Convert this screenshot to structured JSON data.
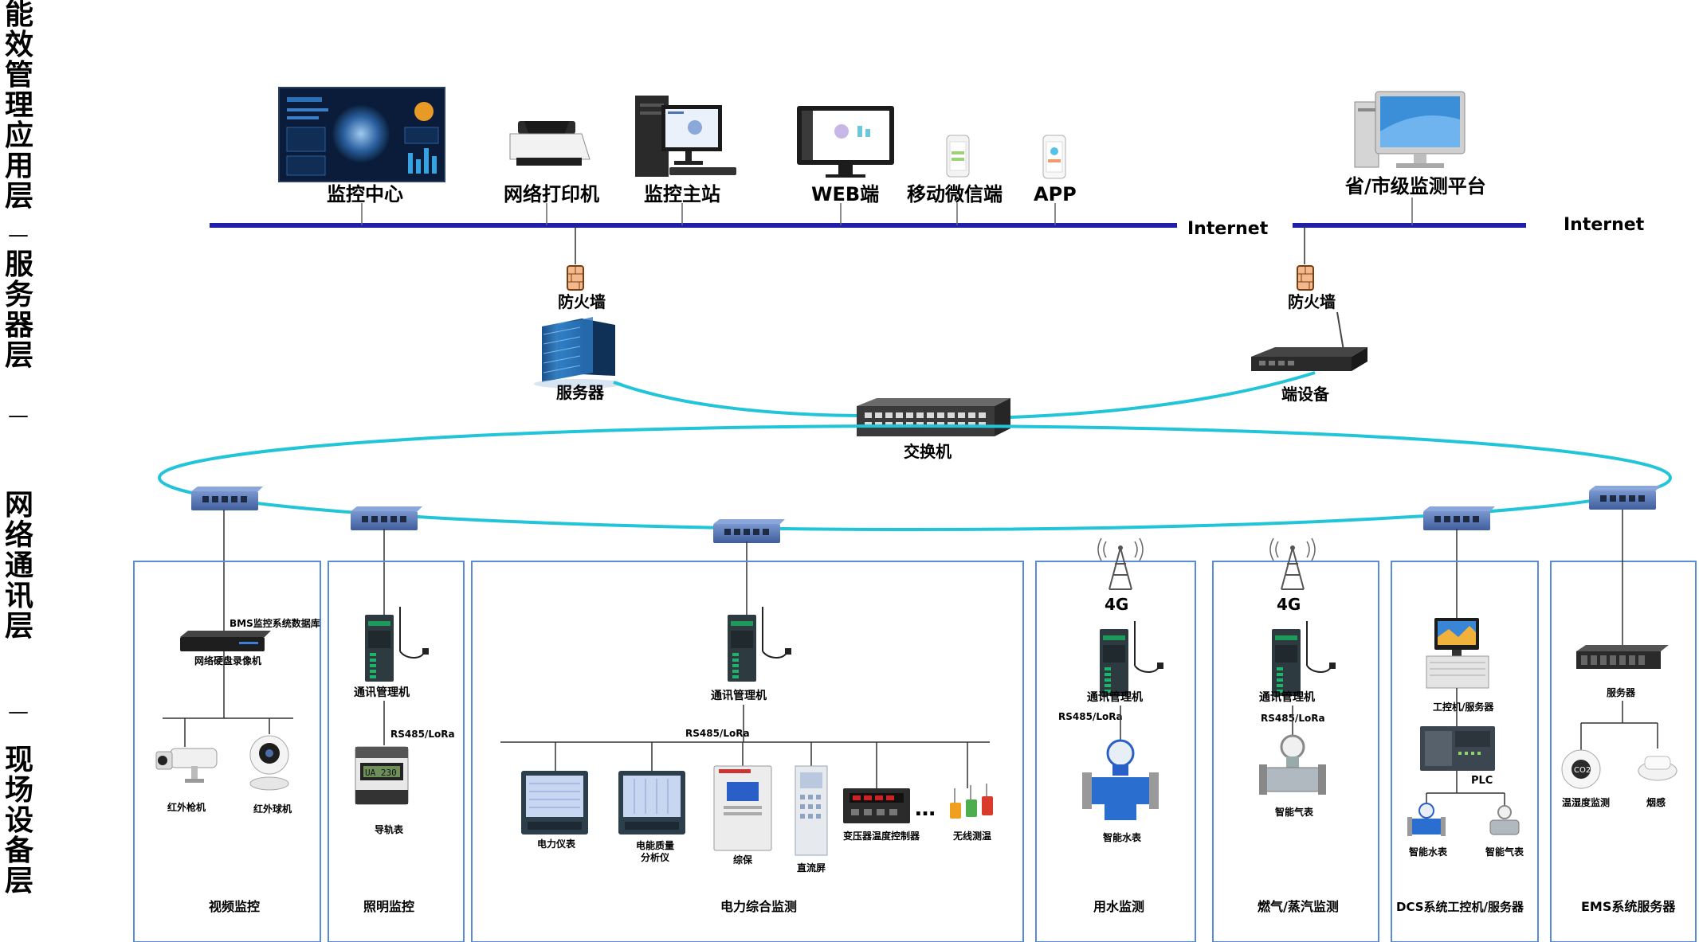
{
  "layers": {
    "app": "能效管理应用层",
    "server": "服务器层",
    "network": "网络通讯层",
    "field": "现场设备层",
    "divider": "—"
  },
  "top": {
    "monitor_center": "监控中心",
    "network_printer": "网络打印机",
    "master_station": "监控主站",
    "web": "WEB端",
    "wechat": "移动微信端",
    "app": "APP",
    "province_platform": "省/市级监测平台",
    "internet_1": "Internet",
    "internet_2": "Internet"
  },
  "middle": {
    "firewall_1": "防火墙",
    "firewall_2": "防火墙",
    "server": "服务器",
    "terminal": "端设备",
    "switch": "交换机"
  },
  "panels": {
    "video": {
      "title": "视频监控",
      "db": "BMS监控系统数据库",
      "nvr": "网络硬盘录像机",
      "bullet_cam": "红外枪机",
      "dome_cam": "红外球机"
    },
    "lighting": {
      "title": "照明监控",
      "gateway": "通讯管理机",
      "bus": "RS485/LoRa",
      "meter": "导轨表"
    },
    "power": {
      "title": "电力综合监测",
      "gateway": "通讯管理机",
      "bus": "RS485/LoRa",
      "d1": "电力仪表",
      "d2a": "电能质量",
      "d2b": "分析仪",
      "d3": "综保",
      "d4": "直流屏",
      "d5": "变压器温度控制器",
      "dots": "…",
      "d6": "无线测温"
    },
    "water": {
      "title": "用水监测",
      "net": "4G",
      "gateway": "通讯管理机",
      "bus": "RS485/LoRa",
      "meter": "智能水表"
    },
    "gas": {
      "title": "燃气/蒸汽监测",
      "net": "4G",
      "gateway": "通讯管理机",
      "bus": "RS485/LoRa",
      "meter": "智能气表"
    },
    "dcs": {
      "title": "DCS系统工控机/服务器",
      "ipc": "工控机/服务器",
      "plc": "PLC",
      "water": "智能水表",
      "gas": "智能气表"
    },
    "ems": {
      "title": "EMS系统服务器",
      "server": "服务器",
      "temp": "温湿度监测",
      "smoke": "烟感"
    }
  },
  "colors": {
    "bus_line": "#1f1fa8",
    "ring": "#22c4d8",
    "panel_border": "#5b8ad6",
    "switch_body": "#5a79b6"
  }
}
